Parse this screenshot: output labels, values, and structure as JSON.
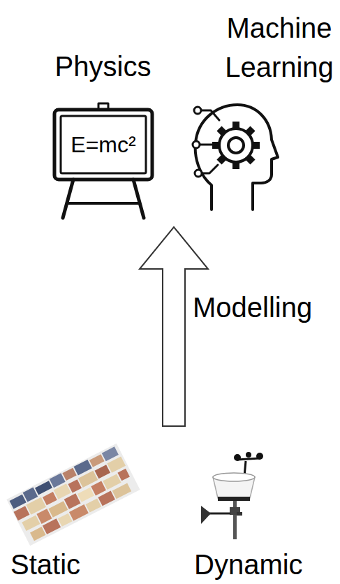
{
  "diagram": {
    "nodes": [
      {
        "text": [
          "Physics",
          "E=mc²"
        ]
      },
      {
        "text": [
          "Machine Learning"
        ]
      },
      {
        "text": [
          "Static"
        ]
      },
      {
        "text": [
          "Dynamic"
        ]
      }
    ],
    "labels": [
      "Modelling"
    ]
  }
}
